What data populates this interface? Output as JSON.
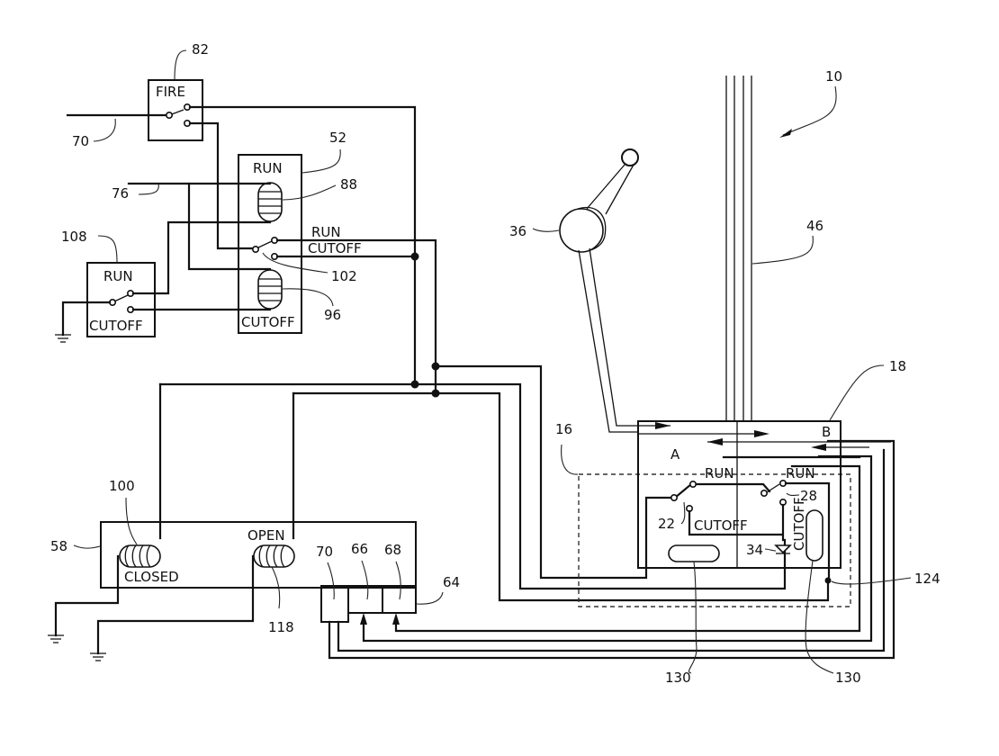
{
  "figure": {
    "system_ref": "10",
    "references": {
      "fire_switch": "82",
      "line_70": "70",
      "relay": "52",
      "line_76": "76",
      "run_coil": "88",
      "relay_switch": "102",
      "cutoff_coil": "96",
      "run_cutoff_switch": "108",
      "lever": "36",
      "cable": "46",
      "control_head": "18",
      "enclosure": "16",
      "switch_22": "22",
      "switch_28": "28",
      "diode": "34",
      "node_124": "124",
      "magnet_130_a": "130",
      "magnet_130_b": "130",
      "actuator": "58",
      "closed_coil": "100",
      "open_coil": "118",
      "terminal_block": "64",
      "terminal_70": "70",
      "terminal_66": "66",
      "terminal_68": "68"
    },
    "labels": {
      "fire": "FIRE",
      "relay_run": "RUN",
      "relay_cutoff": "CUTOFF",
      "switch_run": "RUN",
      "switch_cutoff": "CUTOFF",
      "contacts_run": "RUN",
      "contacts_cutoff": "CUTOFF",
      "head_a": "A",
      "head_b": "B",
      "head_run_left": "RUN",
      "head_run_right": "RUN",
      "head_cutoff": "CUTOFF",
      "head_cutoff_vertical": "CUTOFF",
      "closed": "CLOSED",
      "open": "OPEN"
    }
  }
}
